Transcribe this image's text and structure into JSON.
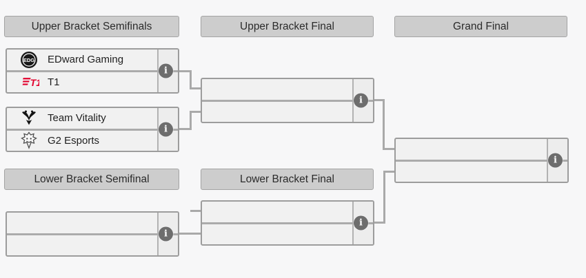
{
  "page": {
    "background": "#f7f7f8"
  },
  "bracket": {
    "headers": {
      "upper_semifinals": "Upper Bracket Semifinals",
      "upper_final": "Upper Bracket Final",
      "grand_final": "Grand Final",
      "lower_semifinal": "Lower Bracket Semifinal",
      "lower_final": "Lower Bracket Final"
    },
    "matches": {
      "upper_semifinal_1": {
        "team1": "EDward Gaming",
        "team1_logo": "edg-logo",
        "team2": "T1",
        "team2_logo": "t1-logo"
      },
      "upper_semifinal_2": {
        "team1": "Team Vitality",
        "team1_logo": "team-vitality-logo",
        "team2": "G2 Esports",
        "team2_logo": "g2-esports-logo"
      },
      "upper_final": {
        "team1": "",
        "team2": ""
      },
      "grand_final": {
        "team1": "",
        "team2": ""
      },
      "lower_semifinal": {
        "team1": "",
        "team2": ""
      },
      "lower_final": {
        "team1": "",
        "team2": ""
      }
    },
    "info_icon_glyph": "i"
  },
  "colors": {
    "header_bg": "#cdcdcd",
    "match_bg": "#f1f1f1",
    "border": "#9c9c9c",
    "divider": "#ababab",
    "connector": "#a9a9a9",
    "info_icon_bg": "#6d6d6d",
    "t1_red": "#e2012d",
    "logo_black": "#141414"
  }
}
